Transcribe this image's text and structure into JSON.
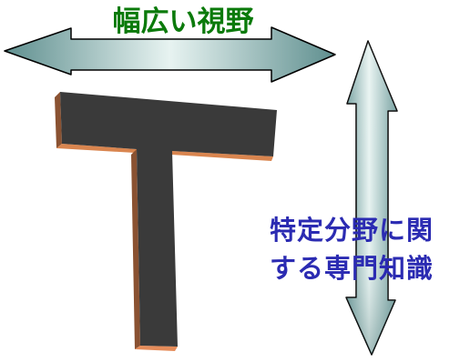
{
  "diagram": {
    "type": "t-shaped-skills",
    "letter": "T",
    "horizontal": {
      "label": "幅広い視野",
      "color": "#0b7a0b"
    },
    "vertical": {
      "lines": [
        "特定分野に関",
        "する専門知識"
      ],
      "color": "#2b2bb2"
    },
    "colors": {
      "t_face": "#3a3a3a",
      "t_edge": "#e58c5a",
      "t_side": "#8a5232",
      "arrow_fill_dark": "#5f8f8f",
      "arrow_fill_light": "#e7f3f1",
      "arrow_stroke": "#000000"
    }
  }
}
